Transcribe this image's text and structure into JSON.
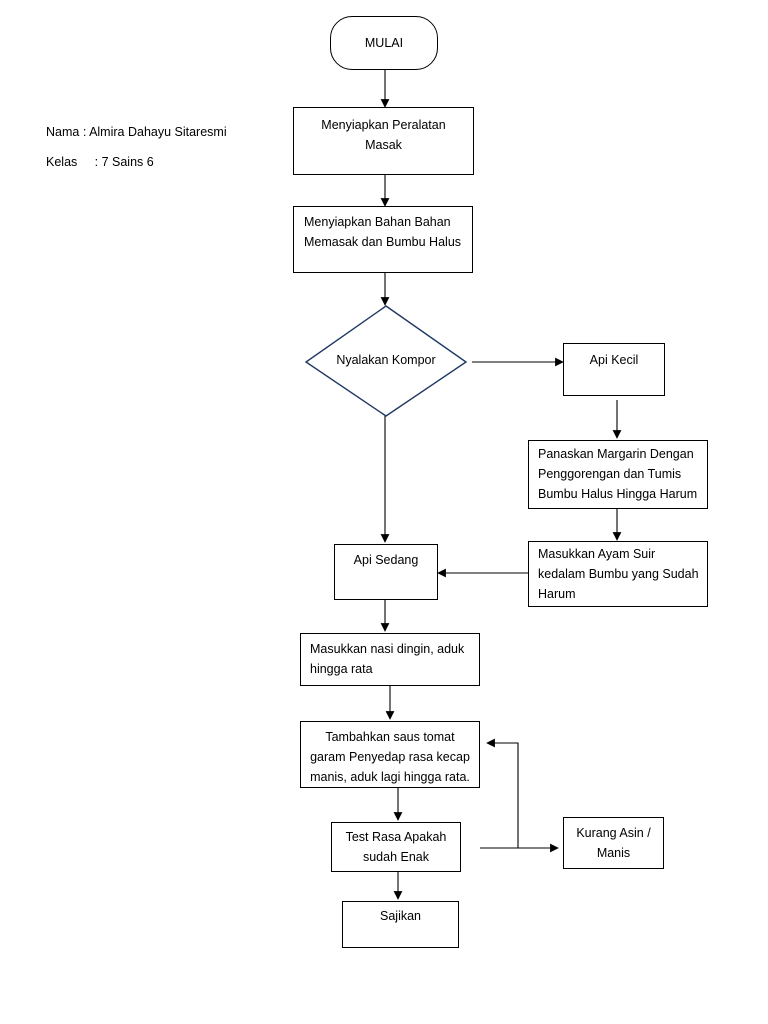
{
  "info": {
    "nama": "Nama : Almira Dahayu Sitaresmi",
    "kelas": "Kelas     : 7 Sains 6"
  },
  "nodes": {
    "mulai": "MULAI",
    "menyiapkan_peralatan": "Menyiapkan Peralatan\nMasak",
    "menyiapkan_bahan": "Menyiapkan Bahan Bahan\nMemasak dan Bumbu Halus",
    "nyalakan_kompor": "Nyalakan Kompor",
    "api_kecil": "Api Kecil",
    "panaskan_margarin": "Panaskan Margarin Dengan\nPenggorengan  dan Tumis\nBumbu Halus Hingga Harum",
    "masukkan_ayam": "Masukkan Ayam Suir\nkedalam Bumbu yang Sudah\nHarum",
    "api_sedang": "Api Sedang",
    "masukkan_nasi": "Masukkan nasi dingin, aduk\nhingga rata",
    "tambahkan_saus": "Tambahkan saus tomat\ngaram Penyedap rasa  kecap\nmanis, aduk lagi hingga rata.",
    "test_rasa": "Test Rasa Apakah\nsudah Enak",
    "kurang_asin": "Kurang Asin /\nManis",
    "sajikan": "Sajikan"
  }
}
